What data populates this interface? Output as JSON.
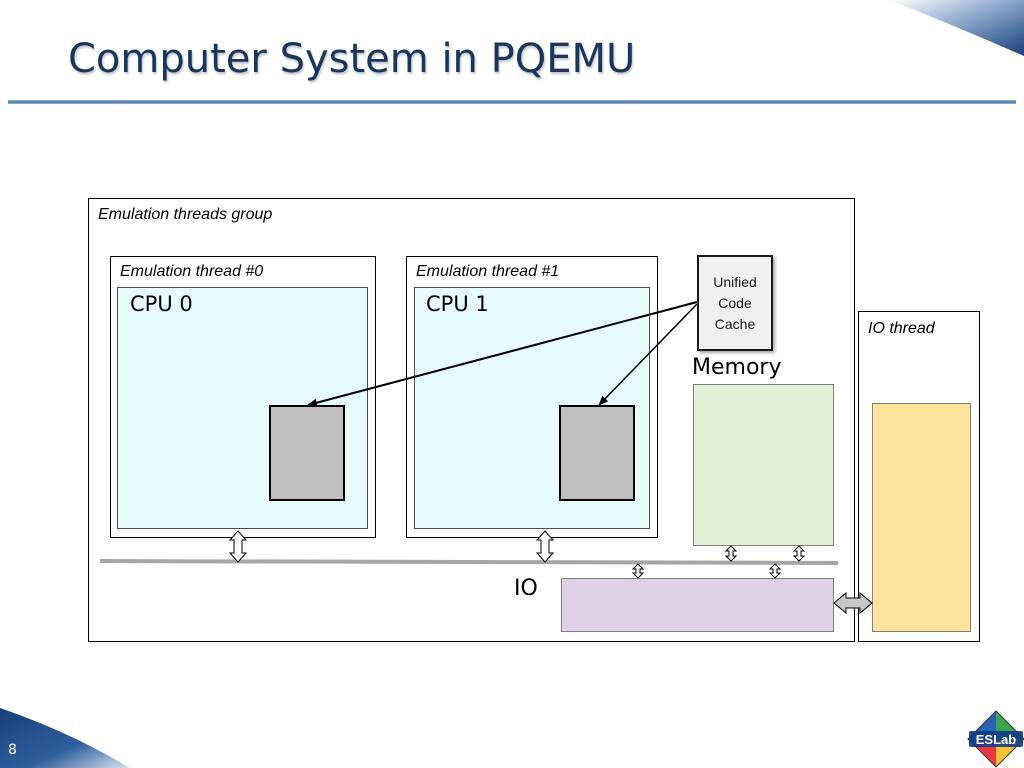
{
  "slide": {
    "title": "Computer System in PQEMU",
    "page_number": "8"
  },
  "diagram": {
    "group_label": "Emulation threads group",
    "thread0_label": "Emulation thread #0",
    "thread1_label": "Emulation thread #1",
    "cpu0_label": "CPU 0",
    "cpu1_label": "CPU 1",
    "cache_lines": [
      "Unified",
      "Code",
      "Cache"
    ],
    "memory_label": "Memory",
    "io_label": "IO",
    "io_thread_label": "IO thread"
  },
  "logo": {
    "text": "ESLab"
  },
  "colors": {
    "title": "#17375e",
    "cpu_fill": "#e6fbfc",
    "memory_fill": "#e3f1d7",
    "io_fill": "#ddd0e7",
    "io_thread_fill": "#fde49a",
    "block_fill": "#bfbfbf",
    "accent_blue": "#1f4e8c"
  }
}
